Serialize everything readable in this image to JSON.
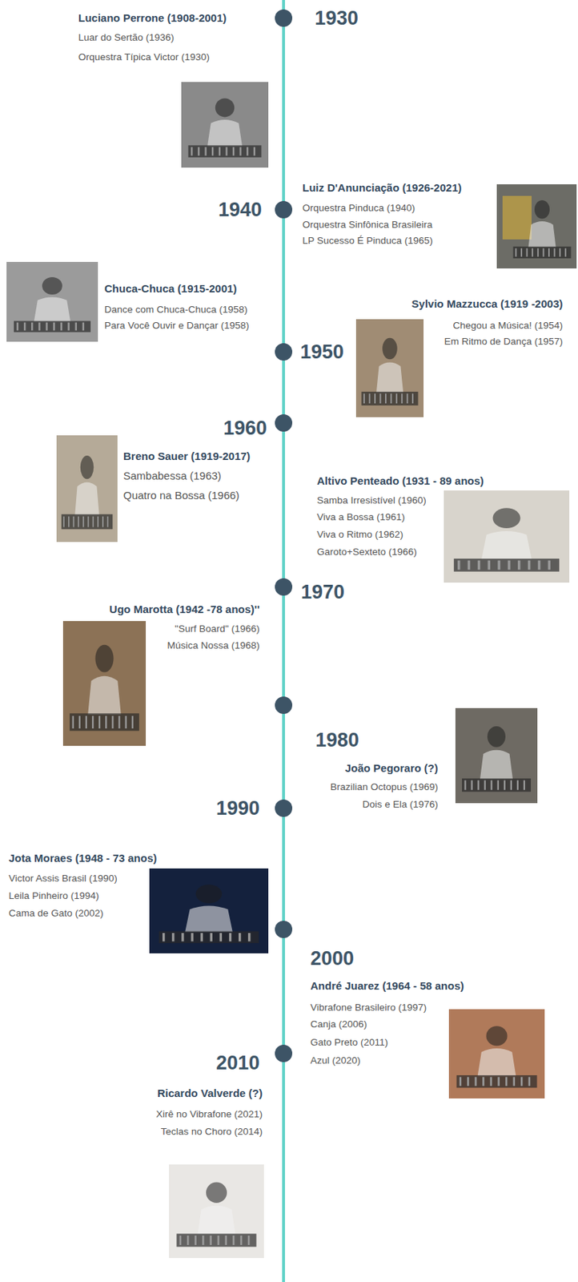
{
  "diagram": {
    "labels": [
      "1930",
      "Luciano Perrone (1908-2001)",
      "Luar do Sertão (1936)",
      "Orquestra Típica Victor (1930)",
      "Luiz D'Anunciação (1926-2021)",
      "Orquestra Pinduca (1940)",
      "Orquestra Sinfônica Brasileira",
      "LP Sucesso É Pinduca (1965)",
      "1940",
      "Chuca-Chuca (1915-2001)",
      "Dance com Chuca-Chuca (1958)",
      "Para Você Ouvir e Dançar (1958)",
      "Sylvio Mazzucca (1919 -2003)",
      "Chegou a Música! (1954)",
      "Em Ritmo de Dança (1957)",
      "1950",
      "1960",
      "Breno Sauer (1919-2017)",
      "Sambabessa (1963)",
      "Quatro na Bossa (1966)",
      "Altivo Penteado (1931 - 89 anos)",
      "Samba Irresistível (1960)",
      "Viva a Bossa (1961)",
      "Viva o Ritmo (1962)",
      "Garoto+Sexteto (1966)",
      "1970",
      "Ugo Marotta (1942 -78 anos)''",
      "\"Surf Board\" (1966)",
      "Música Nossa (1968)",
      "1980",
      "João Pegoraro (?)",
      "Brazilian Octopus (1969)",
      "Dois e Ela (1976)",
      "1990",
      "Jota Moraes (1948 - 73 anos)",
      "Victor Assis Brasil (1990)",
      "Leila Pinheiro (1994)",
      "Cama de Gato (2002)",
      "2000",
      "André Juarez (1964 - 58 anos)",
      "Vibrafone Brasileiro (1997)",
      "Canja (2006)",
      "Gato Preto (2011)",
      "Azul (2020)",
      "2010",
      "Ricardo Valverde (?)",
      "Xirê no Vibrafone (2021)",
      "Teclas no Choro (2014)"
    ]
  }
}
